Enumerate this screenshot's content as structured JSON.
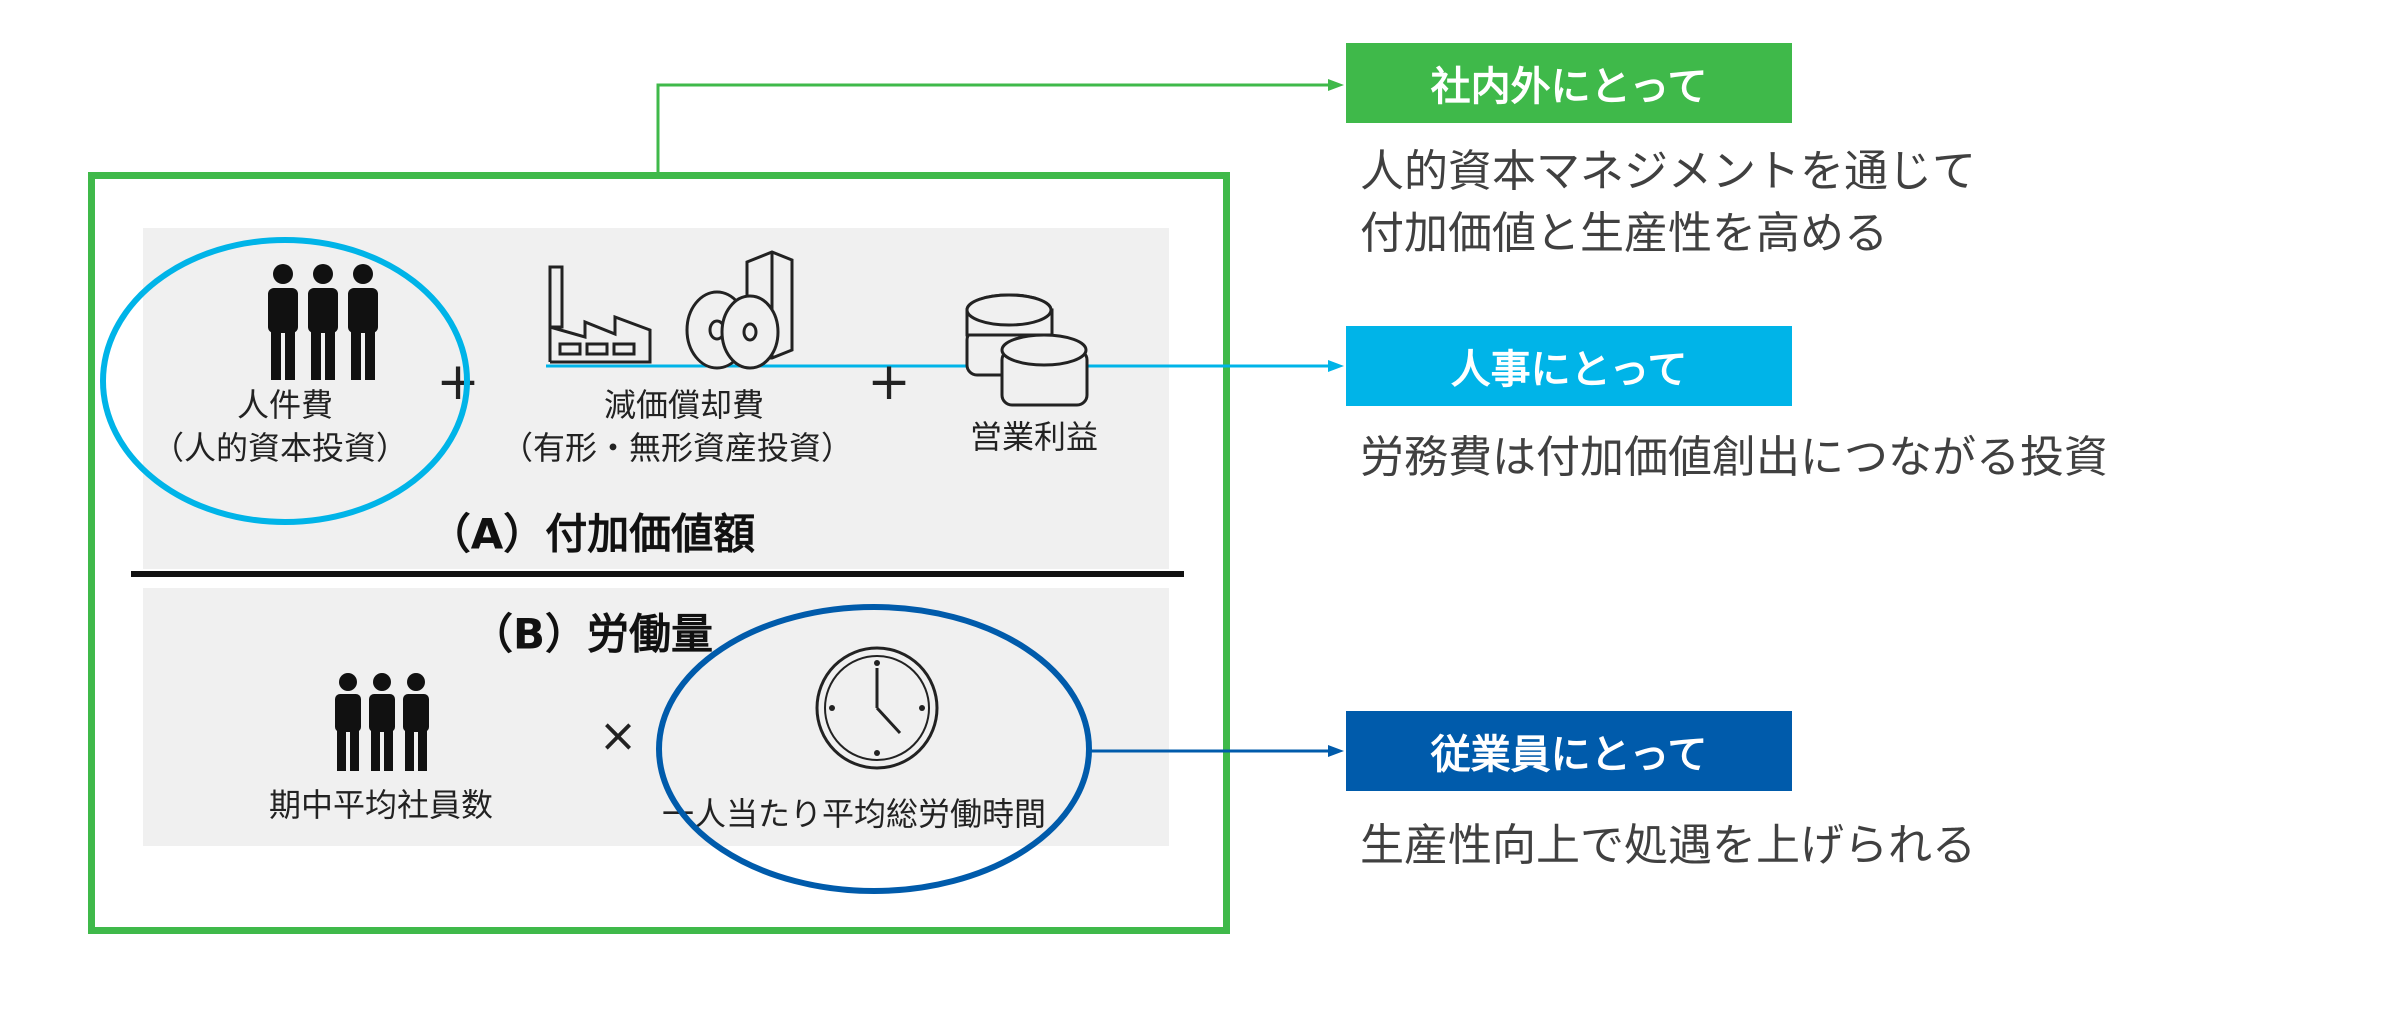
{
  "diagram": {
    "section_a": {
      "title": "（A）付加価値額",
      "items": [
        {
          "line1": "人件費",
          "line2": "（人的資本投資）",
          "icon": "people-icon"
        },
        {
          "line1": "減価償却費",
          "line2": "（有形・無形資産投資）",
          "icon": "factory-and-disc-icon"
        },
        {
          "line1": "営業利益",
          "icon": "coins-icon"
        }
      ],
      "operators": [
        "+",
        "+"
      ]
    },
    "section_b": {
      "title": "（B）労働量",
      "items": [
        {
          "label": "期中平均社員数",
          "icon": "people-icon"
        },
        {
          "label": "一人当たり平均総労働時間",
          "icon": "clock-icon"
        }
      ],
      "operator": "×"
    }
  },
  "callouts": [
    {
      "label": "社内外にとって",
      "color": "#3fb94a",
      "text": [
        "人的資本マネジメントを通じて",
        "付加価値と生産性を高める"
      ]
    },
    {
      "label": "人事にとって",
      "color": "#00b4e8",
      "text": [
        "労務費は付加価値創出につながる投資"
      ]
    },
    {
      "label": "従業員にとって",
      "color": "#005bab",
      "text": [
        "生産性向上で処遇を上げられる"
      ]
    }
  ]
}
